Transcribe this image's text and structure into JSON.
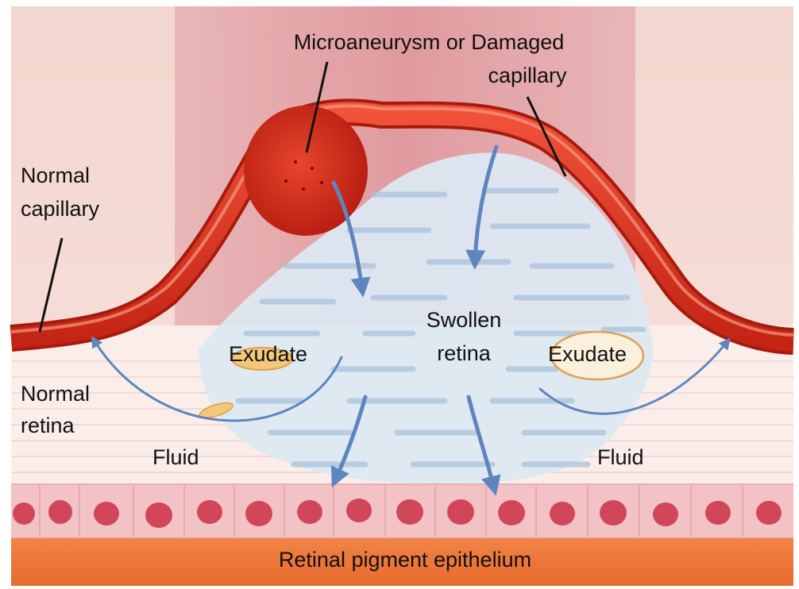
{
  "labels": {
    "microaneurysm_line1": "Microaneurysm or Damaged",
    "microaneurysm_line2": "capillary",
    "normal_capillary_line1": "Normal",
    "normal_capillary_line2": "capillary",
    "normal_retina_line1": "Normal",
    "normal_retina_line2": "retina",
    "swollen_retina_line1": "Swollen",
    "swollen_retina_line2": "retina",
    "exudate_left": "Exudate",
    "exudate_right": "Exudate",
    "fluid_left": "Fluid",
    "fluid_right": "Fluid",
    "rpe": "Retinal pigment epithelium"
  },
  "colors": {
    "background_pink": "#f1cfc8",
    "background_band": "#e3a0a6",
    "capillary_red": "#e0331f",
    "capillary_dark": "#b81e12",
    "swollen_blue": "#a9c3de",
    "retina_cream": "#fbeeea",
    "rpe_cell": "#d4485a",
    "rpe_bg": "#f0b9be",
    "base_orange": "#ee7a3a",
    "arrow_blue": "#5d86bf",
    "exudate_yellow": "#f2c46a"
  }
}
